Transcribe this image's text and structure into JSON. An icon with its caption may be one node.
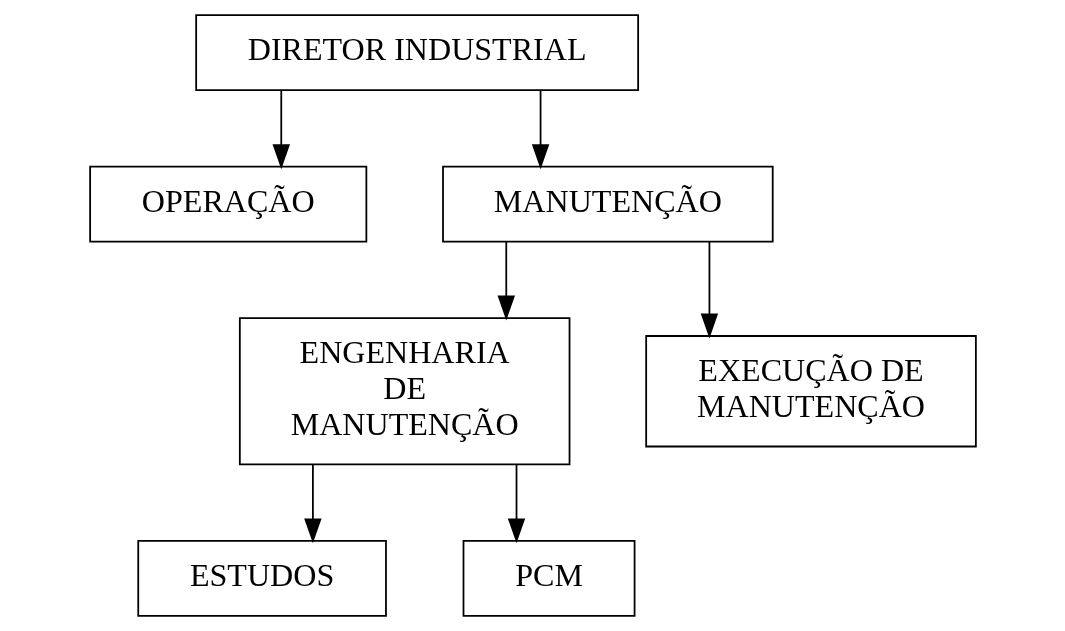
{
  "diagram": {
    "nodes": [
      {
        "text": [
          "DIRETOR INDUSTRIAL"
        ]
      },
      {
        "text": [
          "OPERAÇÃO"
        ]
      },
      {
        "text": [
          "MANUTENÇÃO"
        ]
      },
      {
        "text": [
          "ENGENHARIA DE MANUTENÇÃO"
        ]
      },
      {
        "text": [
          "EXECUÇÃO DE MANUTENÇÃO"
        ]
      },
      {
        "text": [
          "ESTUDOS"
        ]
      },
      {
        "text": [
          "PCM"
        ]
      }
    ],
    "edges": [
      {
        "from": 0,
        "to": 1,
        "arrow": "to"
      },
      {
        "from": 0,
        "to": 2,
        "arrow": "to"
      },
      {
        "from": 2,
        "to": 3,
        "arrow": "to"
      },
      {
        "from": 2,
        "to": 4,
        "arrow": "to"
      },
      {
        "from": 3,
        "to": 5,
        "arrow": "to"
      },
      {
        "from": 3,
        "to": 6,
        "arrow": "to"
      }
    ]
  }
}
